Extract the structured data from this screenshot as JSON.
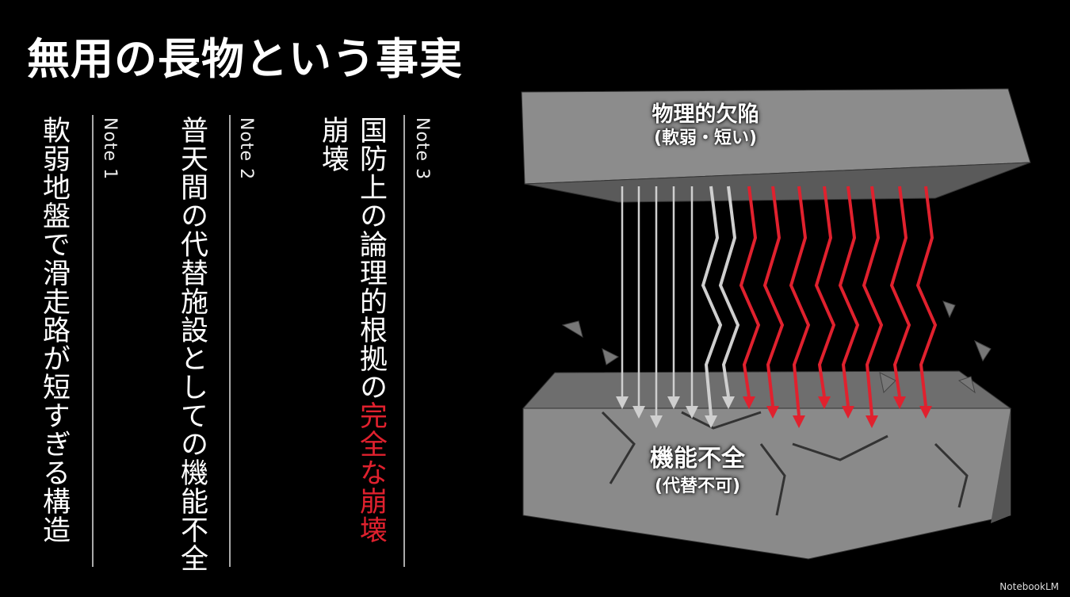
{
  "title": "無用の長物という事実",
  "notes": [
    {
      "label": "Note 3",
      "text_main": "国防上の論理的根拠の",
      "text_highlight": "完全な崩壊",
      "text_wrap": "崩壊"
    },
    {
      "label": "Note 2",
      "text_main": "普天間の代替施設としての機能不全"
    },
    {
      "label": "Note 1",
      "text_main": "軟弱地盤で滑走路が短すぎる構造"
    }
  ],
  "illustration": {
    "top_label": "物理的欠陥",
    "top_sub": "(軟弱・短い)",
    "bottom_label": "機能不全",
    "bottom_sub": "(代替不可)"
  },
  "colors": {
    "accent": "#e0212e",
    "background": "#000000",
    "concrete": "#8a8a8a"
  },
  "watermark": "NotebookLM"
}
